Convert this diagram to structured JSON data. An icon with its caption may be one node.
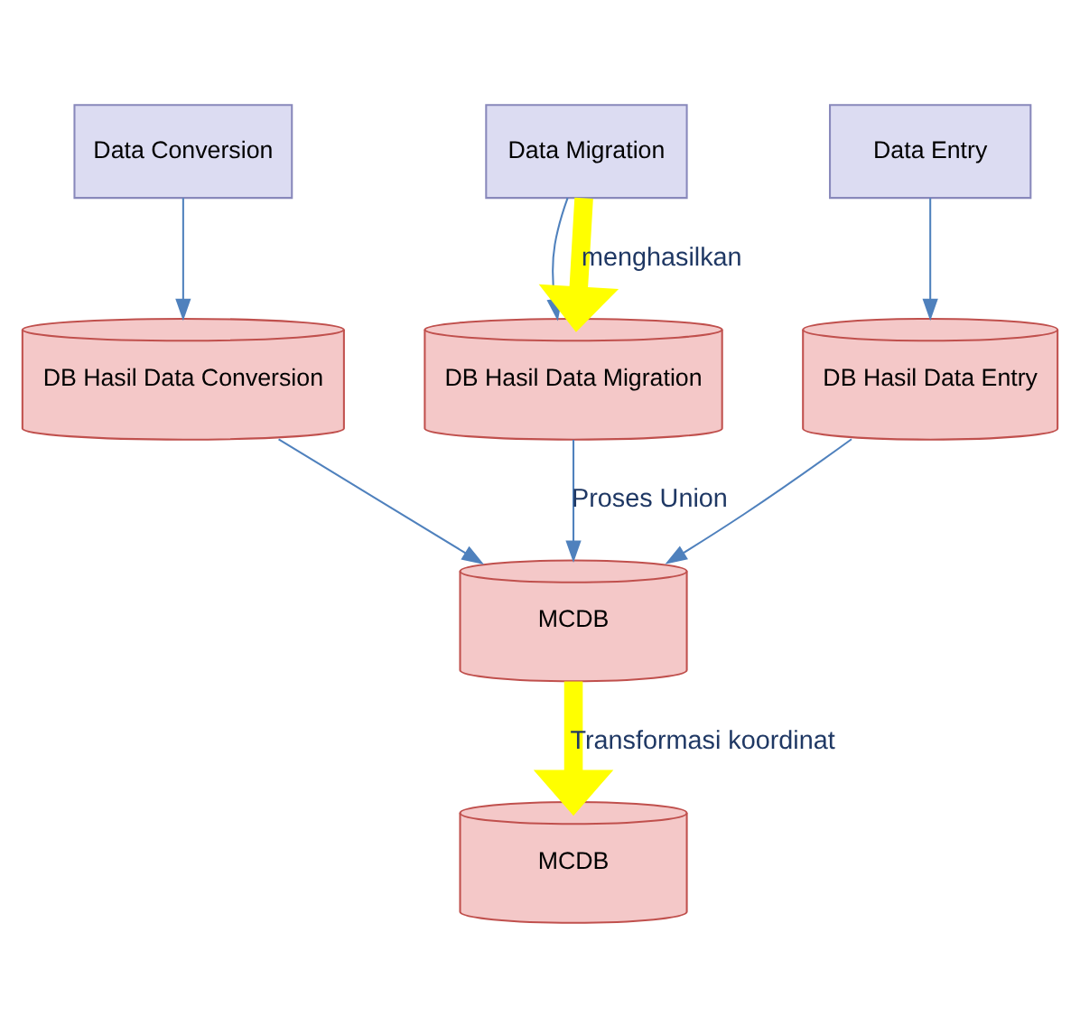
{
  "diagram": {
    "nodes": [
      {
        "text": [
          "Data Conversion"
        ]
      },
      {
        "text": [
          "Data Migration"
        ]
      },
      {
        "text": [
          "Data Entry"
        ]
      },
      {
        "text": [
          "DB Hasil Data Conversion"
        ]
      },
      {
        "text": [
          "DB Hasil Data Migration"
        ]
      },
      {
        "text": [
          "DB Hasil Data Entry"
        ]
      },
      {
        "text": [
          "MCDB"
        ]
      },
      {
        "text": [
          "MCDB"
        ]
      }
    ],
    "edges": [
      {
        "from": 0,
        "to": 3,
        "arrow": "to"
      },
      {
        "from": 1,
        "to": 4,
        "arrow": "to"
      },
      {
        "from": 1,
        "to": 4,
        "arrow": "to",
        "label": "menghasilkan",
        "style": "thick",
        "color": "#ffff00"
      },
      {
        "from": 2,
        "to": 5,
        "arrow": "to"
      },
      {
        "from": 3,
        "to": 6,
        "arrow": "to"
      },
      {
        "from": 4,
        "to": 6,
        "arrow": "to",
        "label": "Proses Union"
      },
      {
        "from": 5,
        "to": 6,
        "arrow": "to"
      },
      {
        "from": 6,
        "to": 7,
        "arrow": "to",
        "label": "Transformasi koordinat",
        "style": "thick",
        "color": "#ffff00"
      }
    ]
  }
}
